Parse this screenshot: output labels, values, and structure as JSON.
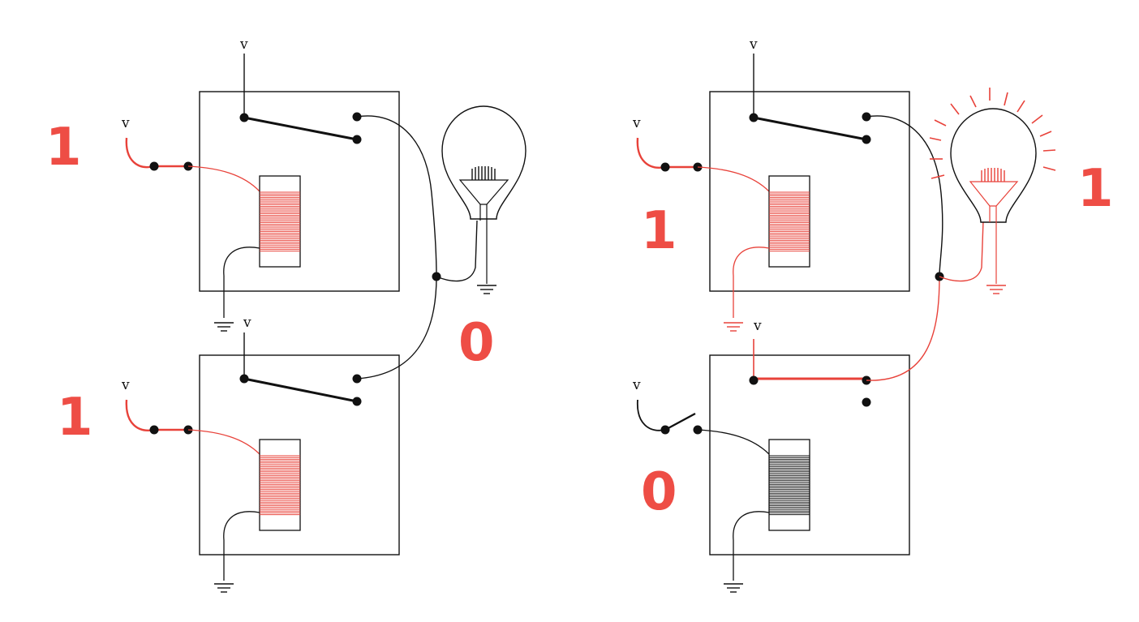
{
  "colors": {
    "wire": "#111111",
    "active": "#e8423a",
    "label": "#ee4d45"
  },
  "left_circuit": {
    "top_relay": {
      "supply_label": "v",
      "input_supply_label": "v",
      "input_bit": "1",
      "state": "energized"
    },
    "bottom_relay": {
      "supply_label": "v",
      "input_supply_label": "v",
      "input_bit": "1",
      "state": "energized"
    },
    "output_bit": "0",
    "lamp_state": "off"
  },
  "right_circuit": {
    "top_relay": {
      "supply_label": "v",
      "input_supply_label": "v",
      "input_bit": "1",
      "state": "energized"
    },
    "bottom_relay": {
      "supply_label": "v",
      "input_supply_label": "v",
      "input_bit": "0",
      "state": "de-energized"
    },
    "output_bit": "1",
    "lamp_state": "on"
  },
  "icons": [
    "relay-icon",
    "coil-icon",
    "ground-icon",
    "light-bulb-icon",
    "switch-icon"
  ]
}
